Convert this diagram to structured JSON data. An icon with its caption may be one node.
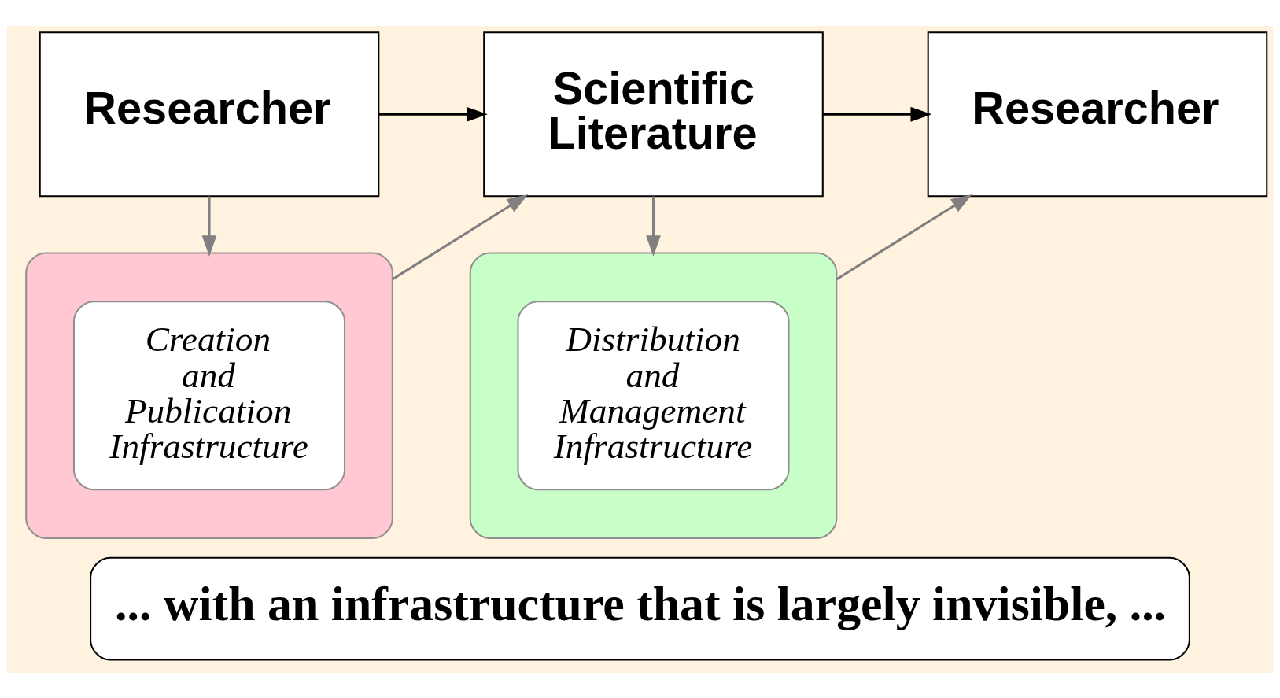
{
  "diagram": {
    "caption": "... with an infrastructure that is largely invisible, ...",
    "nodes": [
      {
        "text": [
          "Researcher"
        ]
      },
      {
        "text": [
          "Scientific Literature"
        ]
      },
      {
        "text": [
          "Researcher"
        ]
      },
      {
        "text": [],
        "shape": "box"
      },
      {
        "text": [
          "Creation and Publication Infrastructure"
        ],
        "in": 3
      },
      {
        "text": [],
        "shape": "box"
      },
      {
        "text": [
          "Distribution and Management Infrastructure"
        ],
        "in": 5
      }
    ],
    "edges": [
      {
        "from": 0,
        "to": 1,
        "arrow": "to",
        "color": "#000000"
      },
      {
        "from": 1,
        "to": 2,
        "arrow": "to",
        "color": "#000000"
      },
      {
        "from": 0,
        "to": 3,
        "arrow": "to"
      },
      {
        "from": 3,
        "to": 1,
        "arrow": "to"
      },
      {
        "from": 1,
        "to": 5,
        "arrow": "to"
      },
      {
        "from": 5,
        "to": 2,
        "arrow": "to"
      }
    ]
  }
}
